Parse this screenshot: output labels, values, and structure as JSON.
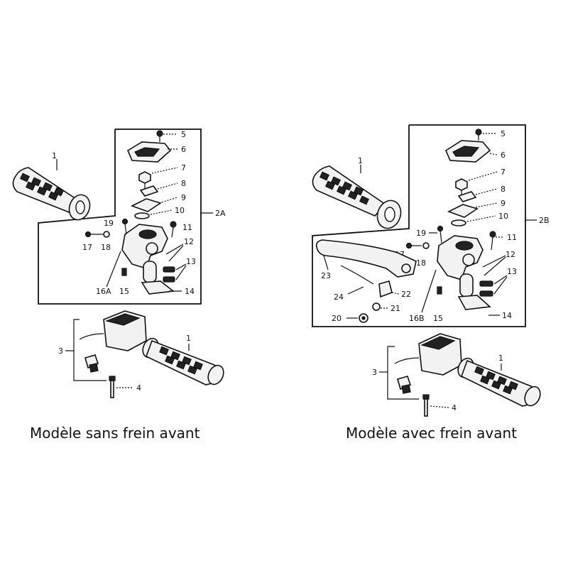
{
  "left_panel": {
    "caption": "Modèle sans frein avant",
    "assembly_label": "2A",
    "labels": {
      "p1a": "1",
      "p5": "5",
      "p6": "6",
      "p7": "7",
      "p8": "8",
      "p9": "9",
      "p10": "10",
      "p11": "11",
      "p12": "12",
      "p13": "13",
      "p14": "14",
      "p15": "15",
      "p16": "16A",
      "p17": "17",
      "p18": "18",
      "p19": "19",
      "p3": "3",
      "p4": "4",
      "p1b": "1"
    }
  },
  "right_panel": {
    "caption": "Modèle avec frein avant",
    "assembly_label": "2B",
    "labels": {
      "p1a": "1",
      "p5": "5",
      "p6": "6",
      "p7": "7",
      "p8": "8",
      "p9": "9",
      "p10": "10",
      "p11": "11",
      "p12": "12",
      "p13": "13",
      "p14": "14",
      "p15": "15",
      "p16": "16B",
      "p17": "17",
      "p18": "18",
      "p19": "19",
      "p20": "20",
      "p21": "21",
      "p22": "22",
      "p23": "23",
      "p24": "24",
      "p3": "3",
      "p4": "4",
      "p1b": "1"
    }
  }
}
